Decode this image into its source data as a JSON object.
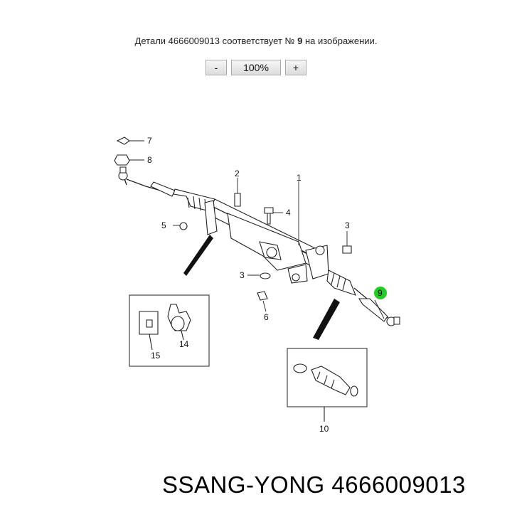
{
  "caption": {
    "prefix": "Детали 4666009013 соответствует №",
    "number": "9",
    "suffix": "на изображении."
  },
  "zoom": {
    "minus_label": "-",
    "level": "100%",
    "plus_label": "+"
  },
  "callouts": {
    "c1": "1",
    "c2": "2",
    "c3a": "3",
    "c3b": "3",
    "c4": "4",
    "c5": "5",
    "c6": "6",
    "c7": "7",
    "c8": "8",
    "c9": "9",
    "c10": "10",
    "c14": "14",
    "c15": "15"
  },
  "highlight_color": "#22cc22",
  "footer": {
    "text": "SSANG-YONG 4666009013"
  }
}
